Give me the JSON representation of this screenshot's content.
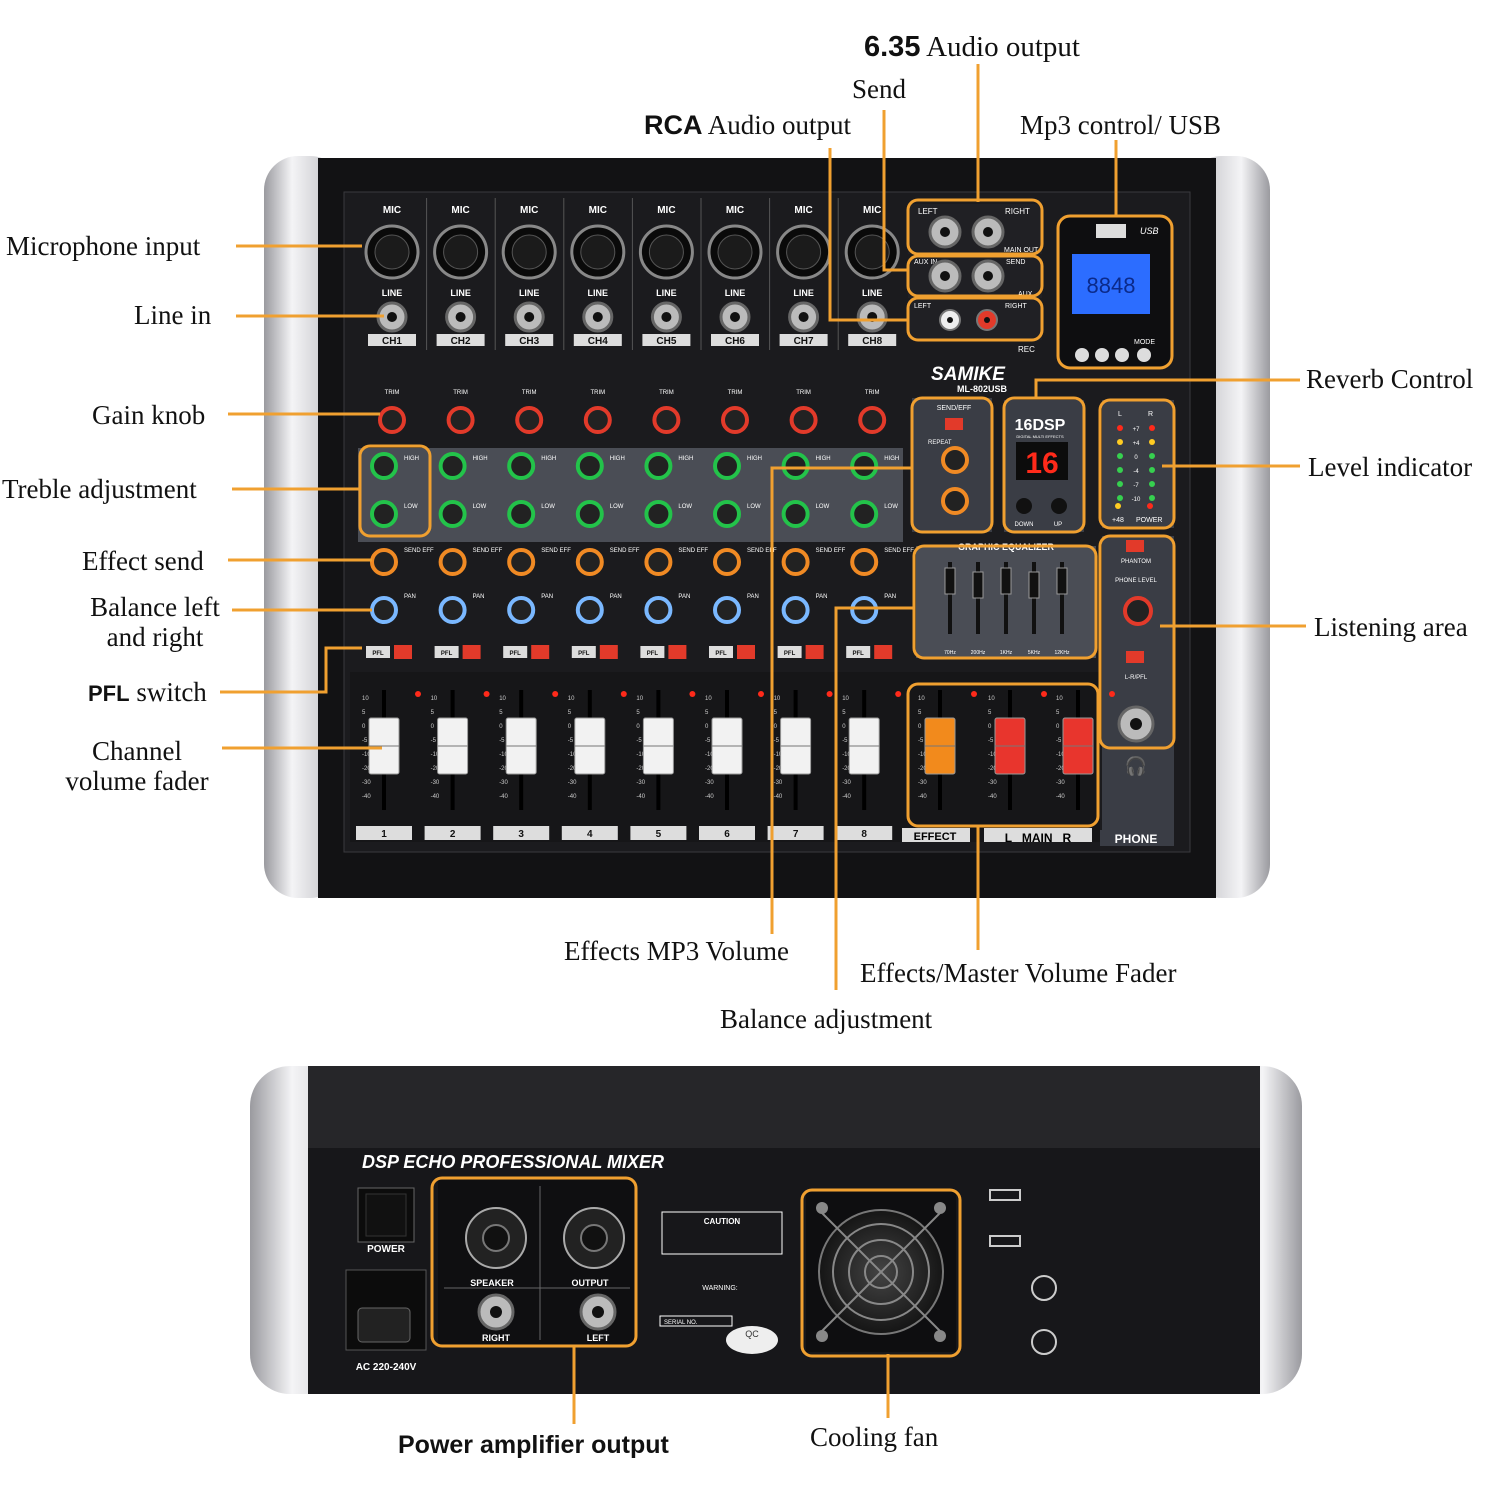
{
  "colors": {
    "accent": "#f0a030",
    "panel": "#1a1a1c",
    "metal": "#c8c8cc",
    "strip": "#4a4d55",
    "green_knob": "#23c34a",
    "orange_knob": "#f08a24",
    "blue_knob": "#7ab8ff",
    "red_knob": "#e23a2a",
    "fader_red": "#e8352d",
    "fader_orange": "#f28a1c",
    "lcd_blue": "#2c6dff",
    "led_red": "#ff2a1a"
  },
  "brand": {
    "name": "SAMIKE",
    "model": "ML-802USB"
  },
  "front": {
    "channel_top": "MIC",
    "line_label": "LINE",
    "channels": [
      "CH1",
      "CH2",
      "CH3",
      "CH4",
      "CH5",
      "CH6",
      "CH7",
      "CH8"
    ],
    "trim_label": "TRIM",
    "high_label": "HIGH",
    "low_label": "LOW",
    "send_label": "SEND EFF",
    "pan_label": "PAN",
    "pfl_label": "PFL",
    "fader_numbers": [
      "1",
      "2",
      "3",
      "4",
      "5",
      "6",
      "7",
      "8"
    ],
    "fader_scale": [
      "10",
      "5",
      "0",
      "-5",
      "-10",
      "-20",
      "-30",
      "-40"
    ],
    "effect_label": "EFFECT",
    "main_label": "L   MAIN   R",
    "phone_label": "PHONE",
    "jack_left": "LEFT",
    "jack_right": "RIGHT",
    "main_out": "MAIN OUT",
    "aux_in": "AUX IN",
    "send": "SEND",
    "aux": "AUX",
    "rec": "REC",
    "usb": "USB",
    "mp3_buttons": [
      "MODE"
    ],
    "send_eff_title": "SEND/EFF",
    "repeat": "REPEAT",
    "dsp_title": "16DSP",
    "dsp_sub": "DIGITAL MULTI EFFECTS",
    "dsp_display": "16",
    "dsp_down": "DOWN",
    "dsp_up": "UP",
    "meter_labels": [
      "L",
      "R",
      "+7",
      "+4",
      "0",
      "-4",
      "-7",
      "-10"
    ],
    "plus48": "+48",
    "power": "POWER",
    "geq_title": "GRAPHIC EQUALIZER",
    "geq_bands": [
      "70Hz",
      "200Hz",
      "1KHz",
      "5KHz",
      "12KHz"
    ],
    "phantom": "PHANTOM",
    "phone_level": "PHONE LEVEL",
    "lr_pfl": "L-R/PFL"
  },
  "back": {
    "title": "DSP ECHO PROFESSIONAL MIXER",
    "power": "POWER",
    "ac": "AC 220-240V",
    "speaker": "SPEAKER",
    "output": "OUTPUT",
    "right": "RIGHT",
    "left": "LEFT",
    "caution": "CAUTION",
    "warning": "WARNING:",
    "serial": "SERIAL NO.",
    "qc": "QC"
  },
  "callouts": {
    "out635_num": "6.35",
    "out635_text": " Audio output",
    "send": "Send",
    "rca_bold": "RCA",
    "rca_text": " Audio output",
    "mp3usb": "Mp3 control/ USB",
    "mic_input": "Microphone input",
    "line_in": "Line in",
    "gain_knob": "Gain knob",
    "treble": "Treble adjustment",
    "effect_send": "Effect send",
    "balance_lr_1": "Balance left",
    "balance_lr_2": "and right",
    "pfl_bold": "PFL",
    "pfl_text": " switch",
    "ch_fader_1": "Channel",
    "ch_fader_2": "volume fader",
    "reverb": "Reverb Control",
    "level": "Level indicator",
    "listening": "Listening area",
    "effects_mp3": "Effects MP3 Volume",
    "balance_adj": "Balance adjustment",
    "master_fader": "Effects/Master Volume Fader",
    "power_amp": "Power amplifier output",
    "cooling": "Cooling fan"
  }
}
